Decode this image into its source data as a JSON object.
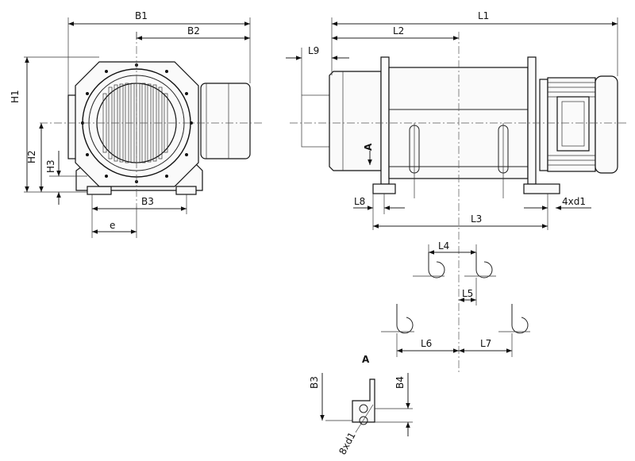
{
  "labels": {
    "B1": "B1",
    "B2": "B2",
    "B3": "B3",
    "B3_detail": "B3",
    "B4": "B4",
    "H1": "H1",
    "H2": "H2",
    "H3": "H3",
    "e": "e",
    "L1": "L1",
    "L2": "L2",
    "L3": "L3",
    "L4": "L4",
    "L5": "L5",
    "L6": "L6",
    "L7": "L7",
    "L8": "L8",
    "L9": "L9",
    "hole_spec_side": "4xd1",
    "hole_spec_detail": "8xd1",
    "view_arrow": "A",
    "view_title": "A"
  }
}
